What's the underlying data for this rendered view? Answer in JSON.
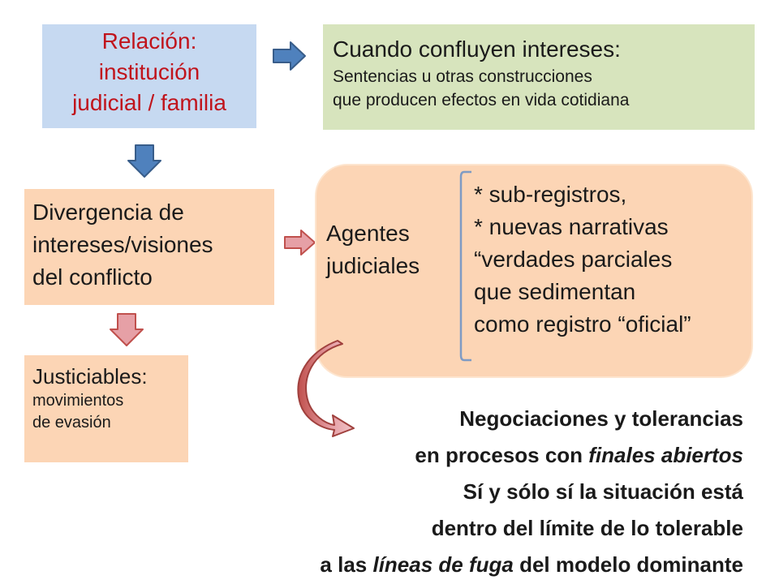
{
  "relacion": {
    "lines": [
      "Relación:",
      "institución",
      "judicial / familia"
    ]
  },
  "confluyen": {
    "title": "Cuando confluyen intereses:",
    "lines": [
      "Sentencias u otras construcciones",
      "que producen efectos en vida cotidiana"
    ]
  },
  "divergencia": {
    "lines": [
      "Divergencia de",
      "intereses/visiones",
      "del conflicto"
    ]
  },
  "justiciables": {
    "title": "Justiciables:",
    "lines": [
      "movimientos",
      "de evasión"
    ]
  },
  "agentes": {
    "label_lines": [
      "Agentes",
      "judiciales"
    ],
    "items": [
      "* sub-registros,",
      "* nuevas narrativas",
      "“verdades parciales",
      "que sedimentan",
      "como registro “oficial”"
    ]
  },
  "negociaciones": {
    "line1": "Negociaciones y tolerancias",
    "line2_a": "en procesos con ",
    "line2_b": "finales abiertos",
    "line3": "Sí y sólo sí la situación está",
    "line4": "dentro del límite de lo tolerable",
    "line5_a": "a las ",
    "line5_b": "líneas de fuga",
    "line5_c": " del modelo dominante"
  },
  "colors": {
    "blue_box": "#c6d9f1",
    "green_box": "#d7e4bd",
    "peach_box": "#fcd5b5",
    "red_text": "#c0141c",
    "blue_arrow": "#4f81bd",
    "pink_arrow": "#e6a0a6",
    "red_outline": "#c0504d"
  },
  "icons": {
    "arrow_right_blue": "blue-right-arrow-icon",
    "arrow_down_blue": "blue-down-arrow-icon",
    "arrow_right_pink": "pink-right-arrow-icon",
    "arrow_down_pink": "pink-down-arrow-icon",
    "curved_arrow": "curved-arrow-icon",
    "bracket": "left-bracket-icon"
  }
}
